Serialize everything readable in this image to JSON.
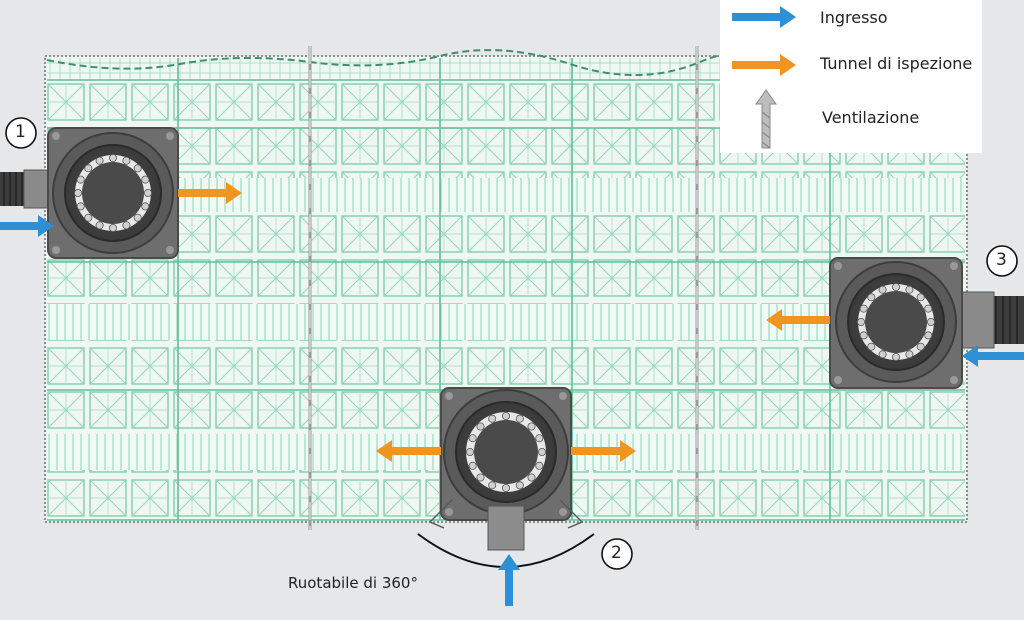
{
  "legend": {
    "inlet_label": "Ingresso",
    "tunnel_label": "Tunnel di ispezione",
    "vent_label": "Ventilazione"
  },
  "chambers": [
    {
      "number": "1"
    },
    {
      "number": "2"
    },
    {
      "number": "3"
    }
  ],
  "rotation_caption": "Ruotabile di 360°",
  "colors": {
    "background": "#e6e7e8",
    "grid": "#7fd1ad",
    "grid_dark": "#4fae86",
    "inlet_arrow": "#2e8fd4",
    "tunnel_arrow": "#f0951f",
    "vent_arrow": "#b3b3b3",
    "chamber_body": "#6a6a6a"
  },
  "icons": [
    "inlet-arrow-icon",
    "tunnel-arrow-icon",
    "ventilation-arrow-icon"
  ]
}
